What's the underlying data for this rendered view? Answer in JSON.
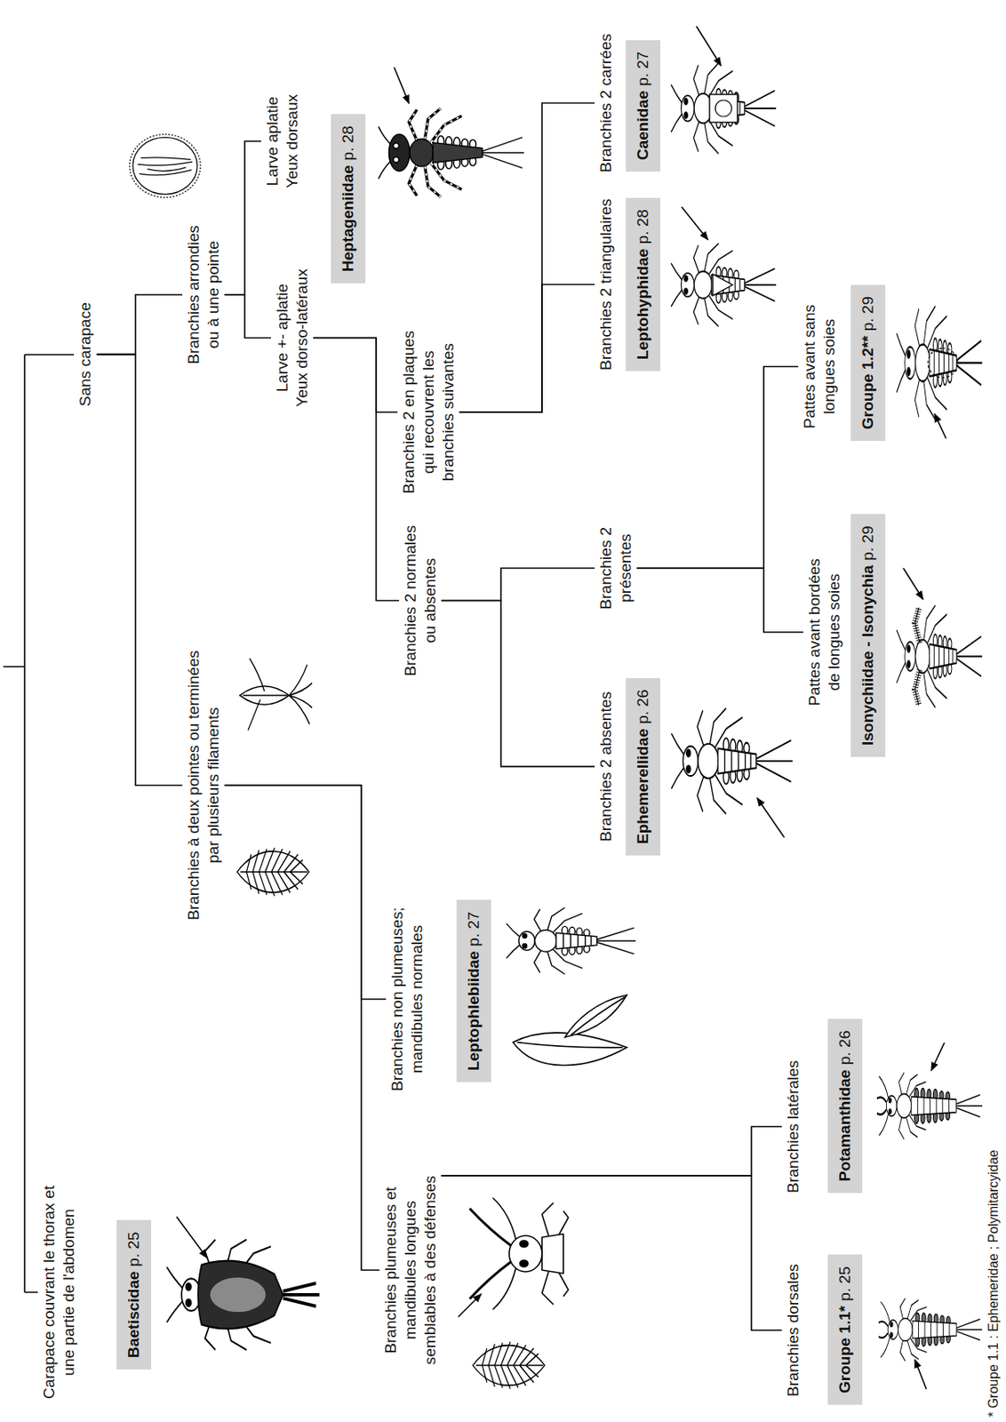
{
  "diagram": {
    "nodes": [
      {
        "text": [
          "Carapace couvrant le thorax et une partie de l'abdomen"
        ]
      },
      {
        "text": [
          "Baetiscidae",
          "p. 25"
        ]
      },
      {
        "text": [
          "Sans carapace"
        ]
      },
      {
        "text": [
          "Branchies à deux pointes ou terminées par plusieurs filaments"
        ]
      },
      {
        "text": [
          "Branchies arrondies ou à une pointe"
        ]
      },
      {
        "text": [
          "Branchies plumeuses et mandibules longues semblables à des défenses"
        ]
      },
      {
        "text": [
          "Branchies non plumeuses; mandibules normales"
        ]
      },
      {
        "text": [
          "Leptophlebiidae",
          "p. 27"
        ]
      },
      {
        "text": [
          "Larve aplatie Yeux dorsaux"
        ]
      },
      {
        "text": [
          "Heptageniidae",
          "p. 28"
        ]
      },
      {
        "text": [
          "Larve +- aplatie Yeux dorso-latéraux"
        ]
      },
      {
        "text": [
          "Branchies 2 normales ou absentes"
        ]
      },
      {
        "text": [
          "Branchies 2 en plaques qui recouvrent les branchies suivantes"
        ]
      },
      {
        "text": [
          "Branchies dorsales"
        ]
      },
      {
        "text": [
          "Groupe 1.1*",
          "p. 25"
        ]
      },
      {
        "text": [
          "Branchies latérales"
        ]
      },
      {
        "text": [
          "Potamanthidae",
          "p. 26"
        ]
      },
      {
        "text": [
          "Branchies 2 absentes"
        ]
      },
      {
        "text": [
          "Ephemerellidae",
          "p. 26"
        ]
      },
      {
        "text": [
          "Branchies 2 présentes"
        ]
      },
      {
        "text": [
          "Branchies 2 triangulaires"
        ]
      },
      {
        "text": [
          "Leptohyphidae",
          "p. 28"
        ]
      },
      {
        "text": [
          "Branchies 2 carrées"
        ]
      },
      {
        "text": [
          "Caenidae",
          "p. 27"
        ]
      },
      {
        "text": [
          "Pattes avant bordées de longues soies"
        ]
      },
      {
        "text": [
          "Isonychiidae - Isonychia",
          "p. 29"
        ]
      },
      {
        "text": [
          "Pattes avant sans longues soies"
        ]
      },
      {
        "text": [
          "Groupe 1.2**",
          "p. 29"
        ]
      }
    ],
    "edges": [
      {
        "from": 2,
        "to": 3,
        "arrow": "none"
      },
      {
        "from": 2,
        "to": 4,
        "arrow": "none"
      },
      {
        "from": 3,
        "to": 5,
        "arrow": "none"
      },
      {
        "from": 3,
        "to": 6,
        "arrow": "none"
      },
      {
        "from": 5,
        "to": 13,
        "arrow": "none"
      },
      {
        "from": 5,
        "to": 15,
        "arrow": "none"
      },
      {
        "from": 4,
        "to": 8,
        "arrow": "none"
      },
      {
        "from": 4,
        "to": 10,
        "arrow": "none"
      },
      {
        "from": 10,
        "to": 11,
        "arrow": "none"
      },
      {
        "from": 10,
        "to": 12,
        "arrow": "none"
      },
      {
        "from": 12,
        "to": 20,
        "arrow": "none"
      },
      {
        "from": 12,
        "to": 22,
        "arrow": "none"
      },
      {
        "from": 11,
        "to": 17,
        "arrow": "none"
      },
      {
        "from": 11,
        "to": 19,
        "arrow": "none"
      },
      {
        "from": 19,
        "to": 24,
        "arrow": "none"
      },
      {
        "from": 19,
        "to": 26,
        "arrow": "none"
      }
    ],
    "labels": [
      "* Groupe 1.1 : Ephemeridae ; Polymitarcyidae"
    ]
  }
}
